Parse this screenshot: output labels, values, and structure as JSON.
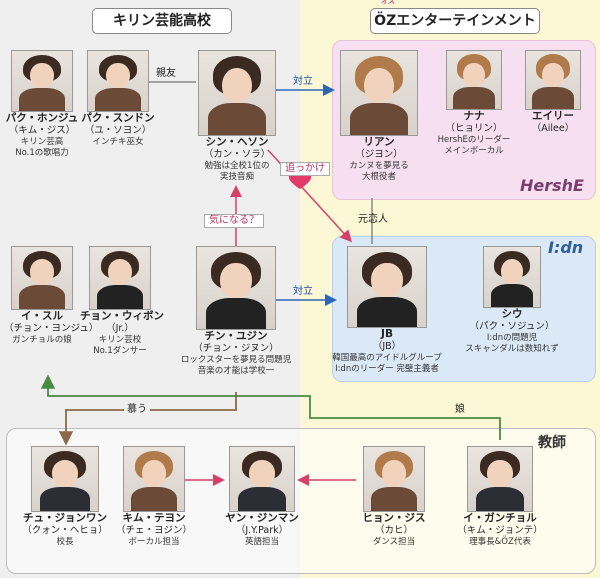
{
  "headers": {
    "school": "キリン芸能高校",
    "company_ruby": "オズ",
    "company": "ÖZエンターテインメント"
  },
  "groups": {
    "hershe": "HershE",
    "idn": "I:dn",
    "teachers": "教師"
  },
  "people": {
    "hongju": {
      "name": "パク・ホンジュ",
      "actor": "（キム・ジス）",
      "desc": [
        "キリン芸高",
        "No.1の歌唱力"
      ]
    },
    "sundon": {
      "name": "パク・スンドン",
      "actor": "（ユ・ソヨン）",
      "desc": [
        "インチキ巫女"
      ]
    },
    "hyeson": {
      "name": "シン・ヘソン",
      "actor": "（カン・ソラ）",
      "desc": [
        "勉強は全校1位の",
        "実技音痴"
      ]
    },
    "rian": {
      "name": "リアン",
      "actor": "（ジヨン）",
      "desc": [
        "カンヌを夢見る",
        "大根役者"
      ]
    },
    "nana": {
      "name": "ナナ",
      "actor": "（ヒョリン）",
      "desc": [
        "HershEのリーダー",
        "メインボーカル"
      ]
    },
    "eily": {
      "name": "エイリー",
      "actor": "（Ailee）",
      "desc": []
    },
    "iseul": {
      "name": "イ・スル",
      "actor": "（チョン・ヨンジュ）",
      "desc": [
        "ガンチョルの娘"
      ]
    },
    "uibong": {
      "name": "チョン・ウィボン",
      "actor": "（Jr.）",
      "desc": [
        "キリン芸校",
        "No.1ダンサー"
      ]
    },
    "yujin": {
      "name": "チン・ユジン",
      "actor": "（チョン・ジヌン）",
      "desc": [
        "ロックスターを夢見る問題児",
        "音楽の才能は学校一"
      ]
    },
    "jb": {
      "name": "JB",
      "actor": "（JB）",
      "desc": [
        "韓国最高のアイドルグループ",
        "I:dnのリーダー 完璧主義者"
      ]
    },
    "siu": {
      "name": "シウ",
      "actor": "（パク・ソジュン）",
      "desc": [
        "I:dnの問題児",
        "スキャンダルは数知れず"
      ]
    },
    "jongwon": {
      "name": "チュ・ジョンワン",
      "actor": "（クォン・ヘヒョ）",
      "desc": [
        "校長"
      ]
    },
    "teyon": {
      "name": "キム・テヨン",
      "actor": "（チェ・ヨジン）",
      "desc": [
        "ボーカル担当"
      ]
    },
    "jinman": {
      "name": "ヤン・ジンマン",
      "actor": "（J.Y.Park）",
      "desc": [
        "英語担当"
      ]
    },
    "jisu": {
      "name": "ヒョン・ジス",
      "actor": "（カヒ）",
      "desc": [
        "ダンス担当"
      ]
    },
    "gancheol": {
      "name": "イ・ガンチョル",
      "actor": "（キム・ジョンテ）",
      "desc": [
        "理事長&ÖZ代表"
      ]
    }
  },
  "relations": {
    "friend": "親友",
    "rival_top": "対立",
    "chase": "追っかけ",
    "ex_lover": "元恋人",
    "interest": "気になる？",
    "rival_mid": "対立",
    "longing": "慕う",
    "daughter": "娘"
  },
  "colors": {
    "pink": "#d6406a",
    "blue": "#2e66b3",
    "green": "#4a8a45",
    "brown": "#8a6a4a"
  }
}
